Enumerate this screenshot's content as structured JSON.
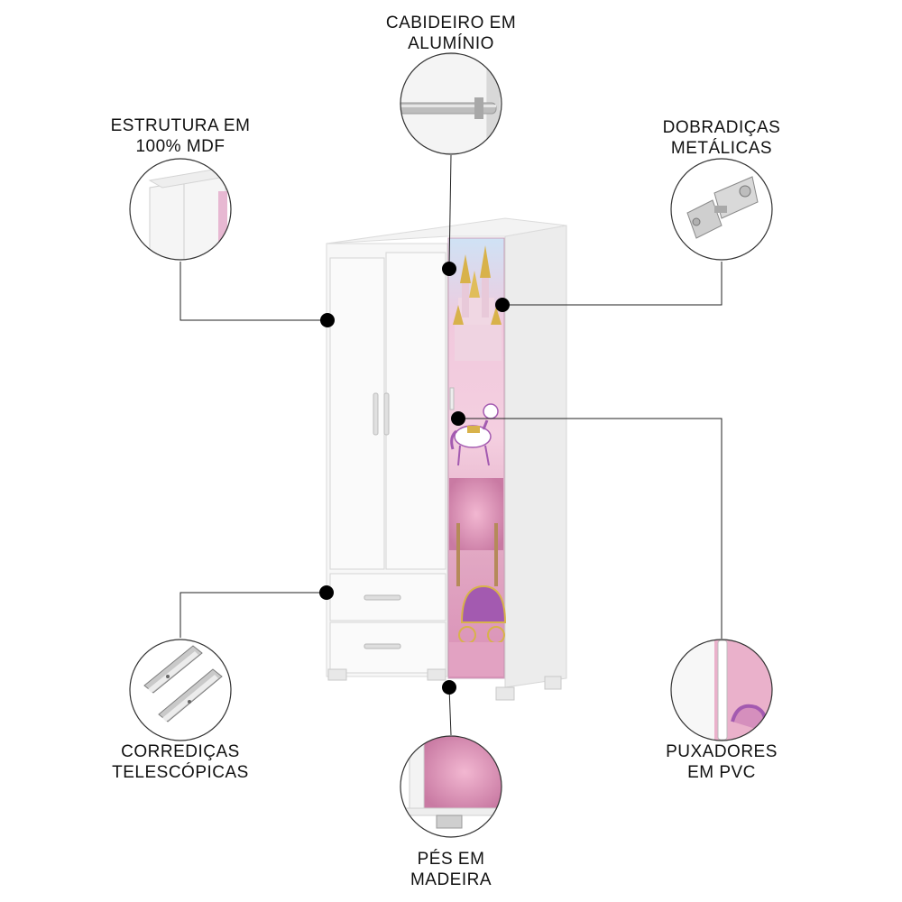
{
  "features": {
    "hanger": {
      "line1": "CABIDEIRO EM",
      "line2": "ALUMÍNIO",
      "icon": "hanger-rod-icon"
    },
    "structure": {
      "line1": "ESTRUTURA EM",
      "line2": "100% MDF",
      "icon": "mdf-panel-icon"
    },
    "hinges": {
      "line1": "DOBRADIÇAS",
      "line2": "METÁLICAS",
      "icon": "hinge-icon"
    },
    "slides": {
      "line1": "CORREDIÇAS",
      "line2": "TELESCÓPICAS",
      "icon": "drawer-slide-icon"
    },
    "handles": {
      "line1": "PUXADORES",
      "line2": "EM PVC",
      "icon": "handle-icon"
    },
    "feet": {
      "line1": "PÉS EM",
      "line2": "MADEIRA",
      "icon": "wood-foot-icon"
    }
  },
  "colors": {
    "cabinet": "#f6f6f6",
    "cabinet_edge": "#d9d9d9",
    "mural_pink": "#e9a9c6",
    "mural_purple": "#a35ab0",
    "mural_gold": "#d8b24a",
    "dot": "#000000",
    "line": "#222222"
  }
}
